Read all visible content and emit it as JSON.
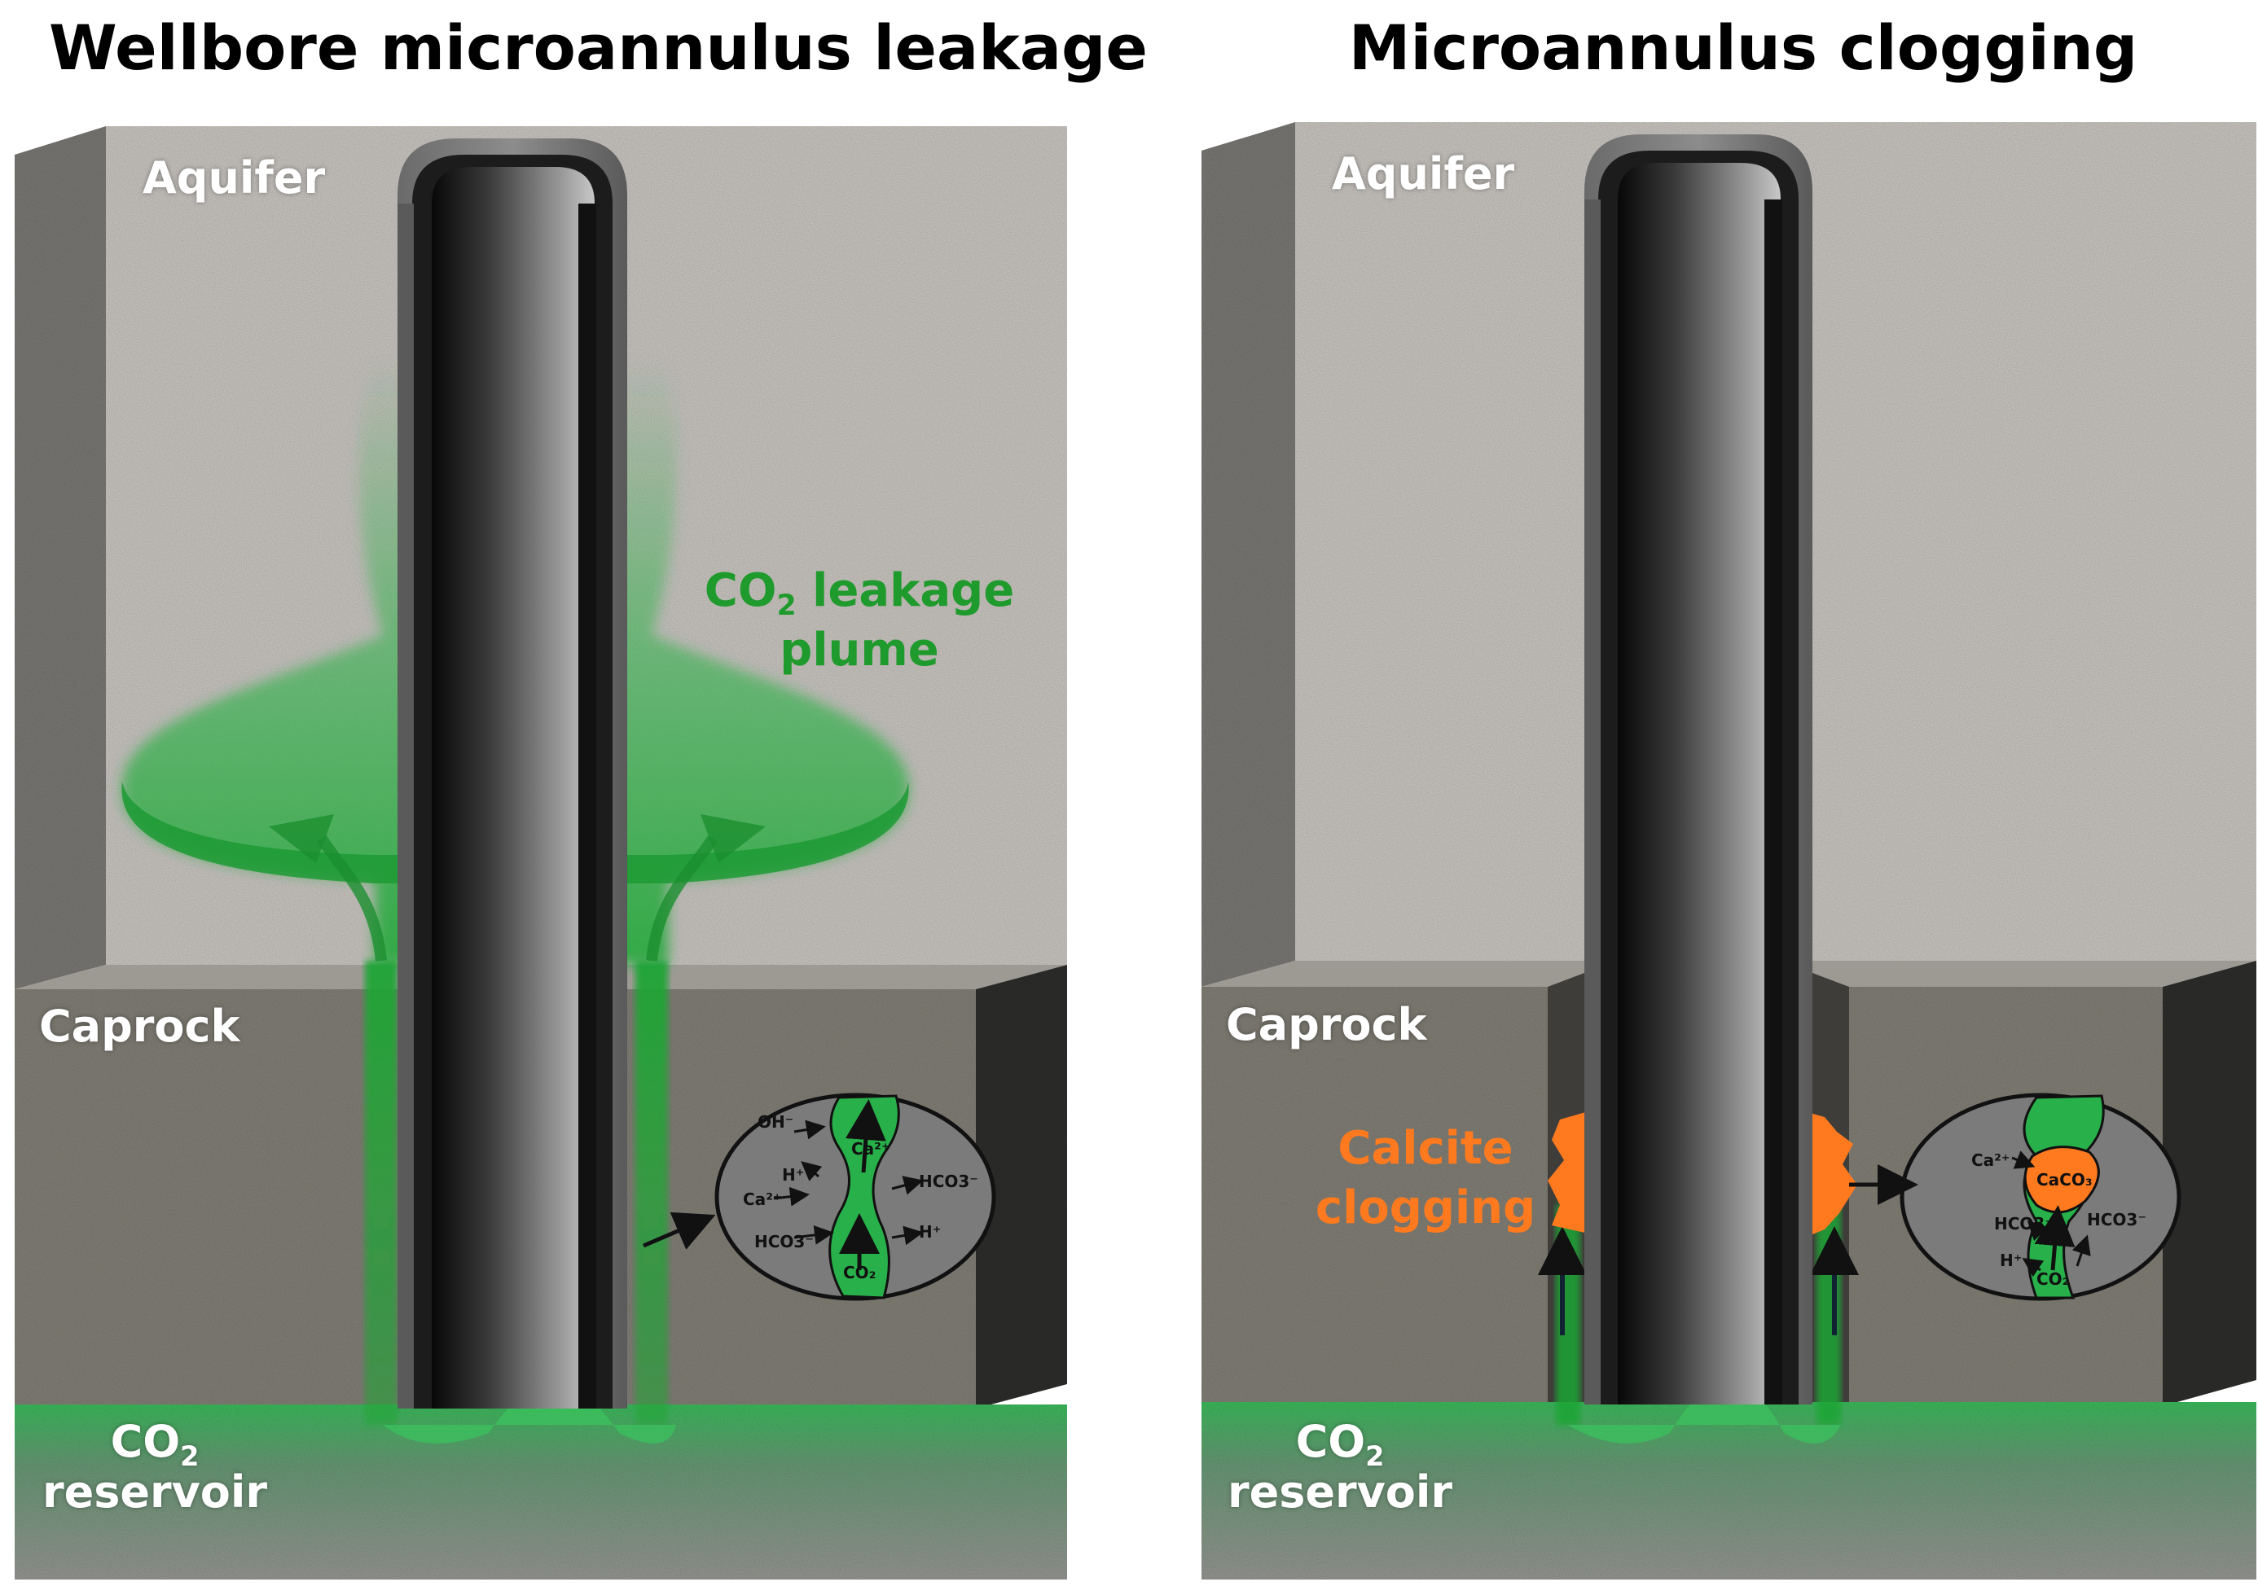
{
  "panels": [
    {
      "title": "Wellbore microannulus leakage",
      "aquifer": "Aquifer",
      "caprock": "Caprock",
      "reservoir_line1": "CO",
      "reservoir_sub": "2",
      "reservoir_line2": "reservoir",
      "plume_line1_a": "CO",
      "plume_line1_sub": "2",
      "plume_line1_b": " leakage",
      "plume_line2": "plume",
      "inset": {
        "oh": "OH⁻",
        "h1": "H⁺",
        "ca_left": "Ca²⁺",
        "hco3_left": "HCO3⁻",
        "ca_center": "Ca²⁺",
        "hco3_right": "HCO3⁻",
        "h2": "H⁺",
        "co2": "CO₂"
      }
    },
    {
      "title": "Microannulus clogging",
      "aquifer": "Aquifer",
      "caprock": "Caprock",
      "reservoir_line1": "CO",
      "reservoir_sub": "2",
      "reservoir_line2": "reservoir",
      "clog_line1": "Calcite",
      "clog_line2": "clogging",
      "inset": {
        "ca_left": "Ca²⁺",
        "caco3": "CaCO₃",
        "hco3_left": "HCO3⁻",
        "hco3_right": "HCO3⁻",
        "h": "H⁺",
        "co2": "CO₂"
      }
    }
  ],
  "colors": {
    "co2_green": "#1f9a2c",
    "calcite_orange": "#ff7a1f",
    "aquifer_grey": "#cfcbc6",
    "caprock_grey": "#858279",
    "pipe_dark": "#1e1e1e"
  }
}
